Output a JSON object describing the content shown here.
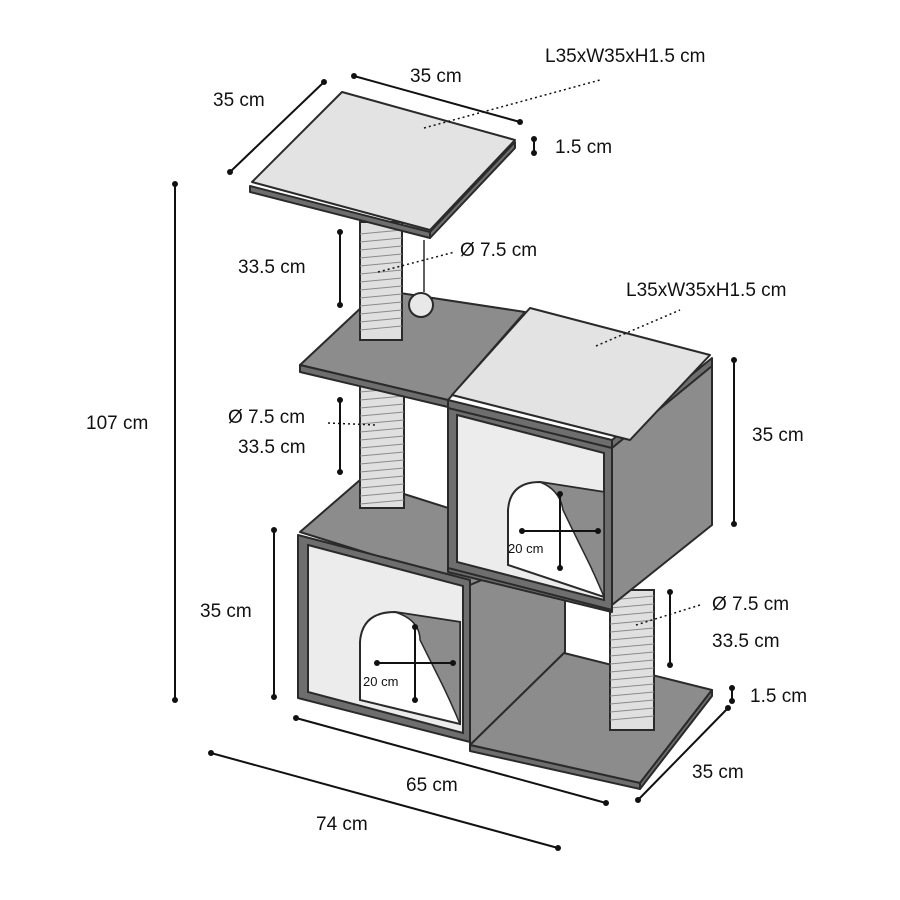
{
  "labels": {
    "top_board_spec": "L35xW35xH1.5 cm",
    "top_width": "35 cm",
    "top_depth": "35 cm",
    "top_thickness": "1.5 cm",
    "upper_post_height": "33.5 cm",
    "upper_post_diameter": "Ø 7.5 cm",
    "right_cushion_spec": "L35xW35xH1.5 cm",
    "mid_post_diameter": "Ø 7.5 cm",
    "mid_post_height": "33.5 cm",
    "total_height": "107 cm",
    "right_box_height": "35 cm",
    "left_box_height": "35 cm",
    "right_opening": "20 cm",
    "left_opening": "20 cm",
    "lower_post_diameter": "Ø 7.5 cm",
    "lower_post_height": "33.5 cm",
    "base_thickness": "1.5 cm",
    "base_depth": "35 cm",
    "width_65": "65 cm",
    "width_74": "74 cm"
  }
}
